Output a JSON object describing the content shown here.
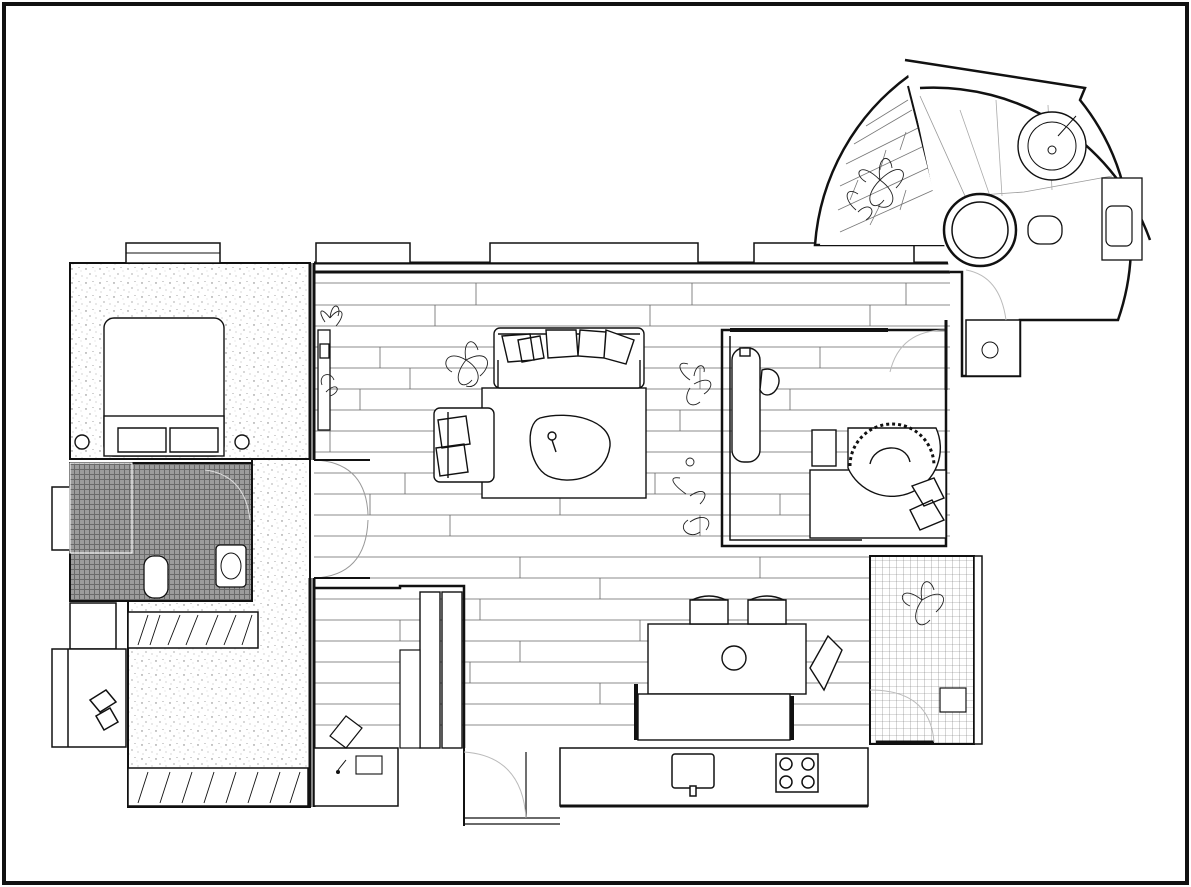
{
  "plan": {
    "has_text_labels": false,
    "rooms": [
      {
        "id": "bedroom",
        "floor": "carpet"
      },
      {
        "id": "bathroom",
        "floor": "mosaic-tile"
      },
      {
        "id": "living-room",
        "floor": "wood-plank"
      },
      {
        "id": "study",
        "floor": "wood-plank"
      },
      {
        "id": "dining-kitchen",
        "floor": "wood-plank"
      },
      {
        "id": "laundry",
        "floor": "mosaic-tile"
      },
      {
        "id": "round-bathroom",
        "floor": "tile"
      },
      {
        "id": "round-balcony",
        "floor": "wood-plank"
      },
      {
        "id": "office-nook",
        "floor": "wood-plank"
      }
    ],
    "colors": {
      "line": "#111111",
      "fill": "#ffffff",
      "tile": "#4a4a4a",
      "carpet": "#9a9a9a"
    }
  }
}
